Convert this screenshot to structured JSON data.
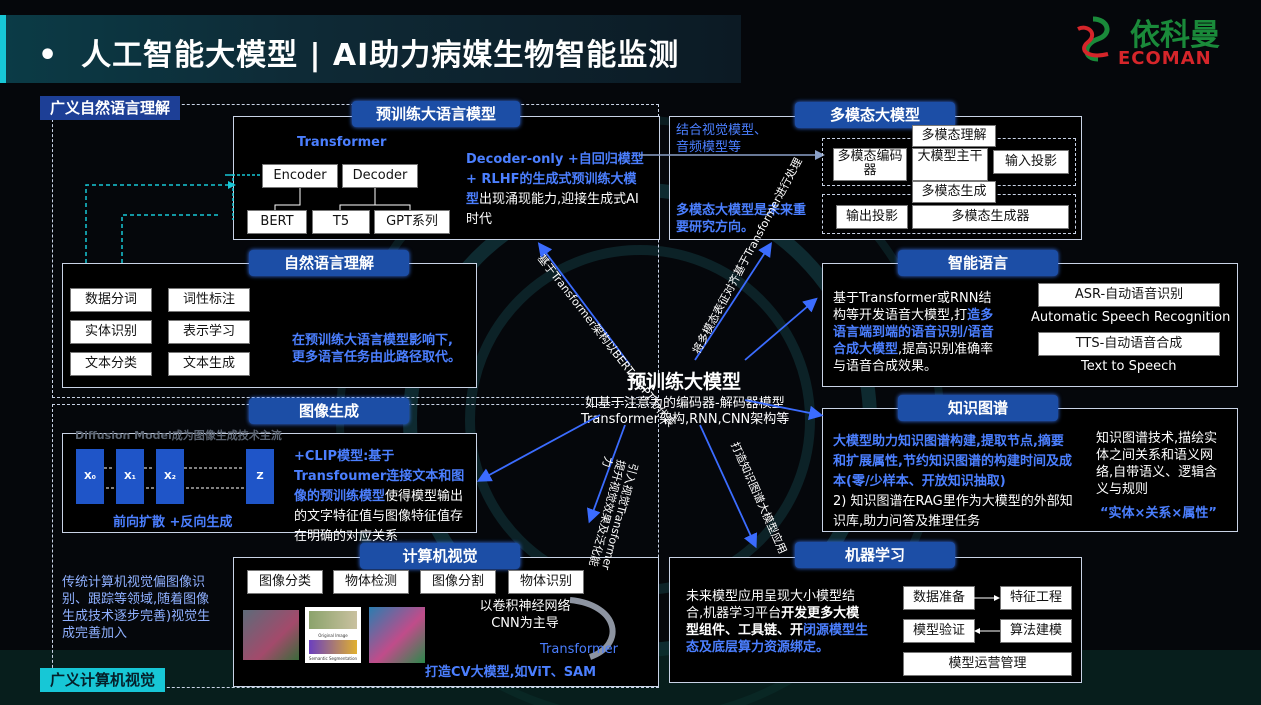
{
  "header": {
    "bullet": "•",
    "title": "人工智能大模型 | AI助力病媒生物智能监测"
  },
  "logo": {
    "cn": "依科曼",
    "en": "ECOMAN",
    "mark_text": "ECOMAN"
  },
  "regions": {
    "nlp_tag": "广义自然语言理解",
    "cv_tag": "广义计算机视觉"
  },
  "center": {
    "title": "预训练大模型",
    "line1": "如基于注意力的编码器-解码器模型",
    "line2": "Transformer架构,RNN,CNN架构等"
  },
  "pretrain": {
    "title": "预训练大语言模型",
    "transformer": "Transformer",
    "encoder": "Encoder",
    "decoder": "Decoder",
    "bert": "BERT",
    "t5": "T5",
    "gpt": "GPT系列",
    "desc_bold": "Decoder-only +自回归模型+ RLHF的生成式预训练大模型",
    "desc_rest": "出现涌现能力,迎接生成式AI时代"
  },
  "nlu": {
    "title": "自然语言理解",
    "items": [
      "数据分词",
      "词性标注",
      "实体识别",
      "表示学习",
      "文本分类",
      "文本生成"
    ],
    "desc": "在预训练大语言模型影响下,更多语言任务由此路径取代。"
  },
  "multimodal": {
    "title": "多模态大模型",
    "input_note": "结合视觉模型、音频模型等",
    "understand": "多模态理解",
    "gen": "多模态生成",
    "encoder": "多模态编码器",
    "llm": "大模型主干",
    "in_proj": "输入投影",
    "out_proj": "输出投影",
    "generator": "多模态生成器",
    "desc": "多模态大模型是未来重要研究方向。"
  },
  "speech": {
    "title": "智能语言",
    "desc_a": "基于Transformer或RNN结构等开发语音大模型,打",
    "desc_b": "造多语言端到端的语音识别/语音合成大模型",
    "desc_c": ",提高识别准确率与语音合成效果。",
    "asr": "ASR-自动语音识别",
    "asr_en": "Automatic Speech Recognition",
    "tts": "TTS-自动语音合成",
    "tts_en": "Text to Speech"
  },
  "kg": {
    "title": "知识图谱",
    "desc_bold": "大模型助力知识图谱构建,提取节点,摘要和扩展属性,节约知识图谱的构建时间及成本(零/少样本、开放知识抽取)",
    "desc_rest": "2) 知识图谱在RAG里作为大模型的外部知识库,助力问答及推理任务",
    "right": "知识图谱技术,描绘实体之间关系和语义网络,自带语义、逻辑含义与规则",
    "formula": "“实体×关系×属性”"
  },
  "imggen": {
    "title": "图像生成",
    "diffusion": "Diffusion Model成为图像生成技术主流",
    "nodes": [
      "X₀",
      "X₁",
      "X₂",
      "Z"
    ],
    "caption": "前向扩散 +反向生成",
    "desc_bold": "+CLIP模型:基于Transfoumer连接文本和图像的预训练模型",
    "desc_rest": "使得模型输出的文字特征值与图像特征值存在明确的对应关系"
  },
  "cv": {
    "title": "计算机视觉",
    "items": [
      "图像分类",
      "物体检测",
      "图像分割",
      "物体识别"
    ],
    "cnn": "以卷积神经网络CNN为主导",
    "transformer": "Transformer",
    "cv_model": "打造CV大模型,如ViT、SAM",
    "left_note": "传统计算机视觉偏图像识别、跟踪等领域,随着图像生成技术逐步完善)视觉生成完善加入",
    "thumb_labels": [
      "Original Image",
      "Semantic Segmentation"
    ]
  },
  "ml": {
    "title": "机器学习",
    "desc_a": "未来模型应用呈现大小模型结合,机器学习平台",
    "desc_b": "开发更多大模型组件、工具链、开",
    "desc_c": "闭源模型生态及底层算力资源绑定。",
    "steps": [
      "数据准备",
      "特征工程",
      "模型验证",
      "算法建模",
      "模型运营管理"
    ]
  },
  "arrows": {
    "to_pretrain": "基于Transformer架构以BERT、GPT为代表",
    "to_multimodal": "将多模态表征对齐基于Transformer进行处理",
    "to_kg": "打造知识图谱大模型应用",
    "to_imggen": "引入视觉Transformer提升视觉效果及泛化能力"
  },
  "colors": {
    "accent": "#1c4ea6",
    "blue_text": "#4b7fff",
    "teal": "#17c7d6"
  }
}
